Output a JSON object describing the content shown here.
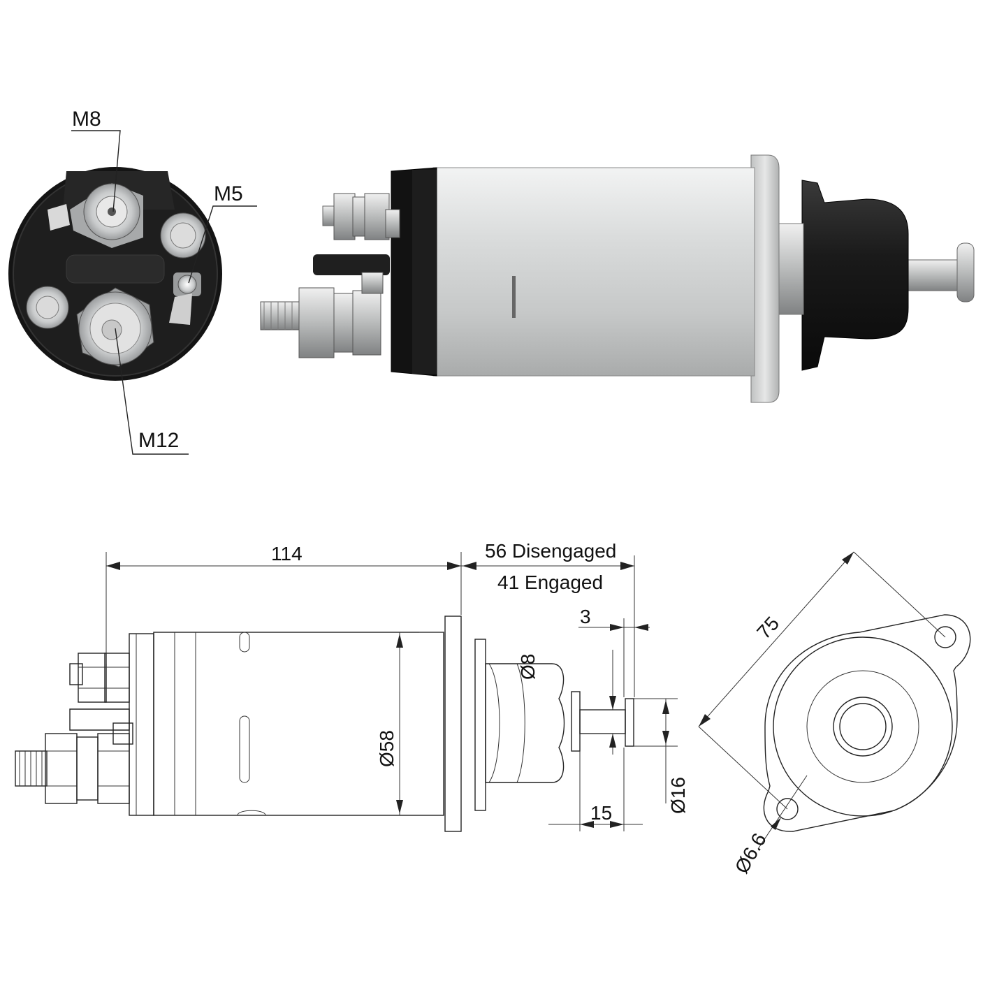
{
  "thread_labels": {
    "top": "M8",
    "right": "M5",
    "bottom": "M12"
  },
  "dimensions": {
    "length": "114",
    "stroke_disengaged": "56 Disengaged",
    "stroke_engaged": "41 Engaged",
    "gap": "3",
    "shaft_diameter": "Ø8",
    "body_diameter": "Ø58",
    "head_diameter": "Ø16",
    "shaft_length": "15",
    "flange_span": "75",
    "hole_diameter": "Ø6.6"
  },
  "colors": {
    "line": "#222222",
    "body_metal": "#d4d6d6",
    "cap_black": "#151515"
  }
}
